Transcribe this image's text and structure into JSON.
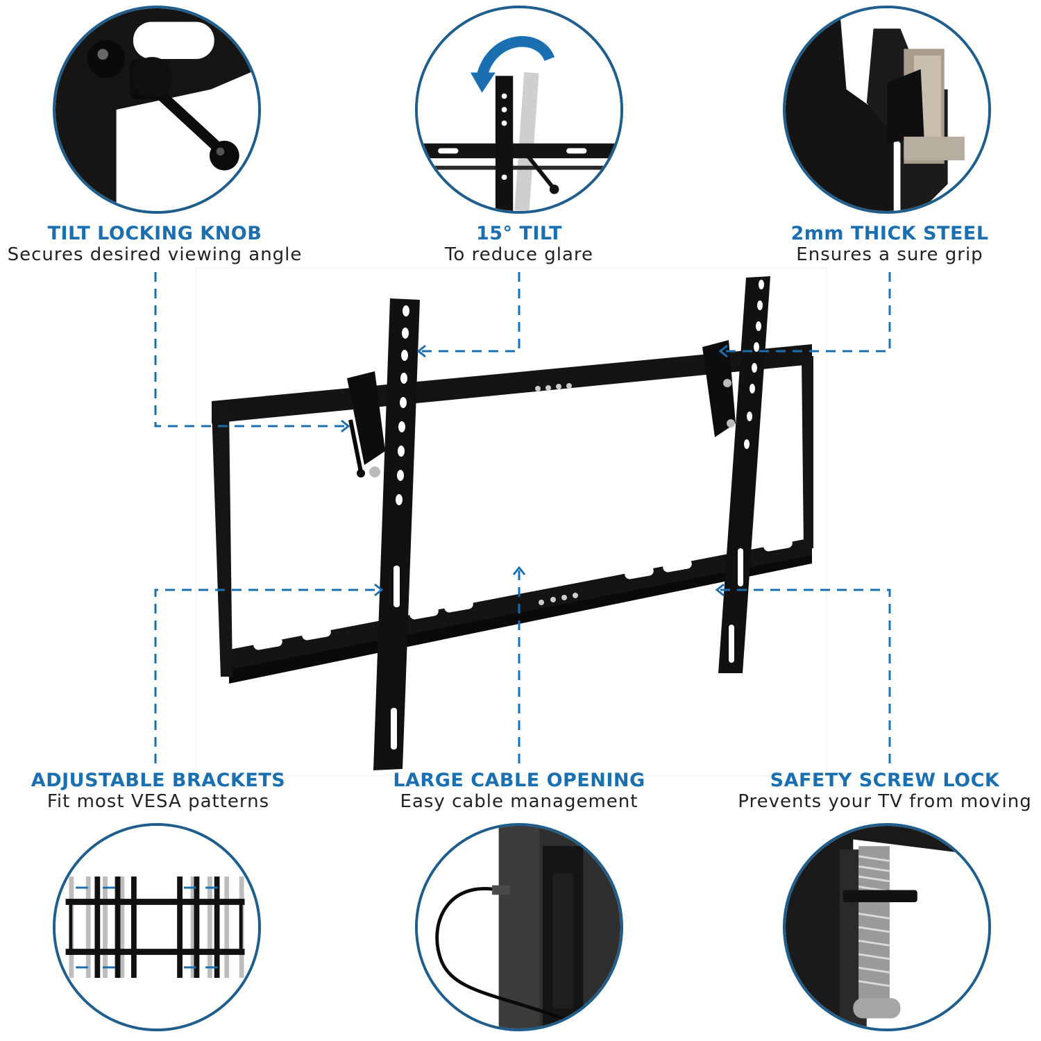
{
  "colors": {
    "accent": "#1a6fb0",
    "circle_border": "#1f5d8c",
    "steel": "#111111",
    "silver": "#b9b9b9"
  },
  "features": {
    "tilt_knob": {
      "title": "TILT LOCKING KNOB",
      "subtitle": "Secures desired viewing angle"
    },
    "tilt": {
      "title": "15° TILT",
      "subtitle": "To reduce glare"
    },
    "steel": {
      "title": "2mm THICK STEEL",
      "subtitle": "Ensures a sure grip"
    },
    "brackets": {
      "title": "ADJUSTABLE BRACKETS",
      "subtitle": "Fit most VESA patterns"
    },
    "cable": {
      "title": "LARGE CABLE OPENING",
      "subtitle": "Easy cable management"
    },
    "screw": {
      "title": "SAFETY SCREW LOCK",
      "subtitle": "Prevents your TV from moving"
    }
  }
}
